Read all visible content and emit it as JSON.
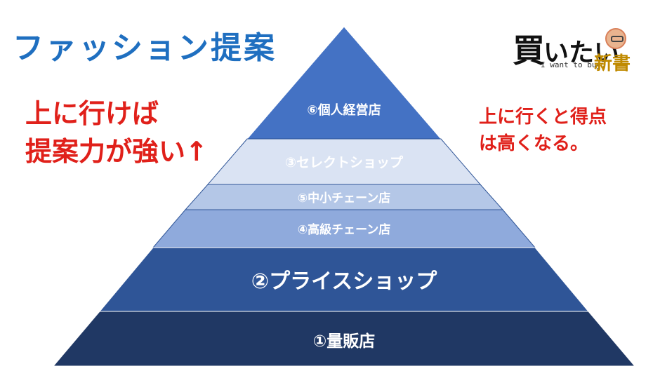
{
  "title": "ファッション提案",
  "left_note": {
    "line1": "上に行けば",
    "line2": "提案力が強い↑"
  },
  "right_note": {
    "line1": "上に行くと得点",
    "line2": "は高くなる。"
  },
  "logo": {
    "kanji": "買",
    "kana": "いたい",
    "subtitle": "I want to buy.",
    "book": "新書"
  },
  "pyramid": {
    "levels": [
      {
        "label": "⑥個人経営店",
        "color": "#4472c4"
      },
      {
        "label": "③セレクトショップ",
        "color": "#dae3f3"
      },
      {
        "label": "⑤中小チェーン店",
        "color": "#b4c7e7"
      },
      {
        "label": "④高級チェーン店",
        "color": "#8faadc"
      },
      {
        "label": "②プライスショップ",
        "color": "#2f5597"
      },
      {
        "label": "①量販店",
        "color": "#203864"
      }
    ]
  }
}
